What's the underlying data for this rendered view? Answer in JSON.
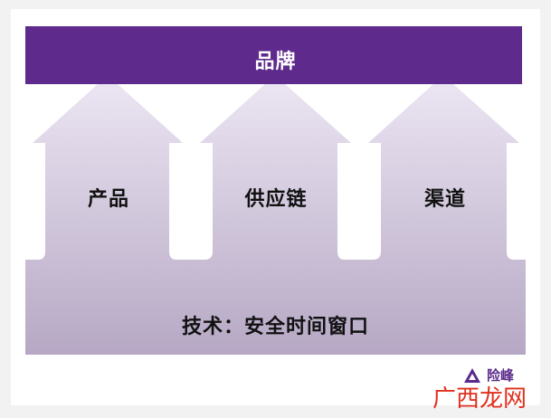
{
  "banner": {
    "label": "品牌",
    "color": "#5e2a8c"
  },
  "pillars": [
    {
      "label": "产品"
    },
    {
      "label": "供应链"
    },
    {
      "label": "渠道"
    }
  ],
  "base": {
    "label": "技术：安全时间窗口"
  },
  "gradient": {
    "top": "#ede7f4",
    "bottom": "#b6a8c4"
  },
  "logo": {
    "text": "险峰",
    "icon": "triangle-logo-icon"
  },
  "watermark": {
    "text": "广西龙网"
  }
}
